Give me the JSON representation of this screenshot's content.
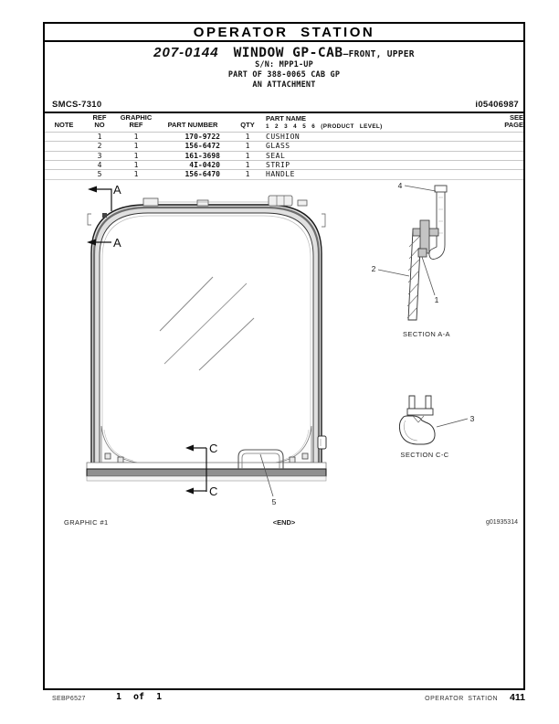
{
  "colors": {
    "ink": "#1a1a1a",
    "paper": "#ffffff"
  },
  "page": {
    "header_title": "OPERATOR STATION",
    "smcs_code": "SMCS-7310",
    "info_id": "i05406987"
  },
  "title": {
    "group_number": "207-0144",
    "name": "WINDOW GP-CAB",
    "qualifier": "—FRONT, UPPER",
    "serial_line": "S/N: MPP1-UP",
    "part_of_line": "PART OF 388-0065 CAB GP",
    "attachment_line": "AN ATTACHMENT"
  },
  "table": {
    "headers": {
      "note": "NOTE",
      "ref_line1": "REF",
      "ref_line2": "NO",
      "gref_line1": "GRAPHIC",
      "gref_line2": "REF",
      "part_number": "PART NUMBER",
      "qty": "QTY",
      "part_name": "PART NAME",
      "product_level": "1 2 3 4 5 6 (PRODUCT LEVEL)",
      "see_line1": "SEE",
      "see_line2": "PAGE"
    },
    "rows": [
      {
        "note": "",
        "ref_no": "1",
        "graphic_ref": "1",
        "part_number": "170-9722",
        "qty": "1",
        "part_name": "CUSHION",
        "see_page": ""
      },
      {
        "note": "",
        "ref_no": "2",
        "graphic_ref": "1",
        "part_number": "156-6472",
        "qty": "1",
        "part_name": "GLASS",
        "see_page": ""
      },
      {
        "note": "",
        "ref_no": "3",
        "graphic_ref": "1",
        "part_number": "161-3698",
        "qty": "1",
        "part_name": "SEAL",
        "see_page": ""
      },
      {
        "note": "",
        "ref_no": "4",
        "graphic_ref": "1",
        "part_number": "4I-0420",
        "qty": "1",
        "part_name": "STRIP",
        "see_page": ""
      },
      {
        "note": "",
        "ref_no": "5",
        "graphic_ref": "1",
        "part_number": "156-6470",
        "qty": "1",
        "part_name": "HANDLE",
        "see_page": ""
      }
    ]
  },
  "drawing": {
    "marker_a": "A",
    "marker_c": "C",
    "callout_cushion": "1",
    "callout_glass": "2",
    "callout_seal": "3",
    "callout_strip": "4",
    "callout_handle": "5",
    "section_aa_title": "SECTION A-A",
    "section_cc_title": "SECTION C-C",
    "graphic_label": "GRAPHIC #1",
    "end_label": "<END>",
    "graphic_id": "g01935314"
  },
  "footer": {
    "form_number": "SEBP6527",
    "page_indicator": "1 of 1",
    "section_name": "OPERATOR STATION",
    "page_number": "411"
  }
}
